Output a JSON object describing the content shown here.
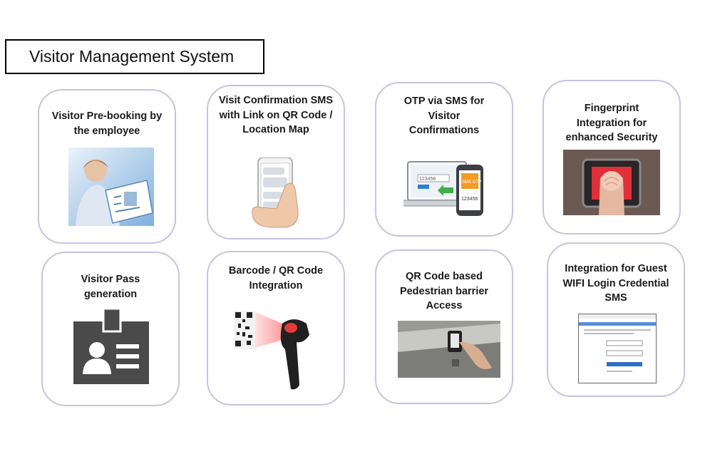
{
  "title": "Visitor Management System",
  "cards": [
    {
      "label": "Visitor Pre-booking by the employee",
      "icon": "employee-handing-document-icon"
    },
    {
      "label": "Visit Confirmation SMS  with Link on QR Code / Location Map",
      "icon": "smartphone-sms-icon"
    },
    {
      "label": "OTP via SMS for Visitor Confirmations",
      "icon": "laptop-phone-otp-icon",
      "otp_code": "123456",
      "phone_badge": "SMS OTP"
    },
    {
      "label": "Fingerprint Integration for enhanced Security",
      "icon": "fingerprint-scanner-icon"
    },
    {
      "label": "Visitor Pass generation",
      "icon": "id-badge-icon"
    },
    {
      "label": "Barcode / QR Code Integration",
      "icon": "barcode-scanner-icon"
    },
    {
      "label": "QR Code based Pedestrian barrier Access",
      "icon": "turnstile-qr-icon"
    },
    {
      "label": "Integration for Guest WIFI Login Credential SMS",
      "icon": "wifi-login-tablet-icon"
    }
  ],
  "colors": {
    "card_border": "#c9c2df",
    "title_border": "#000000"
  }
}
